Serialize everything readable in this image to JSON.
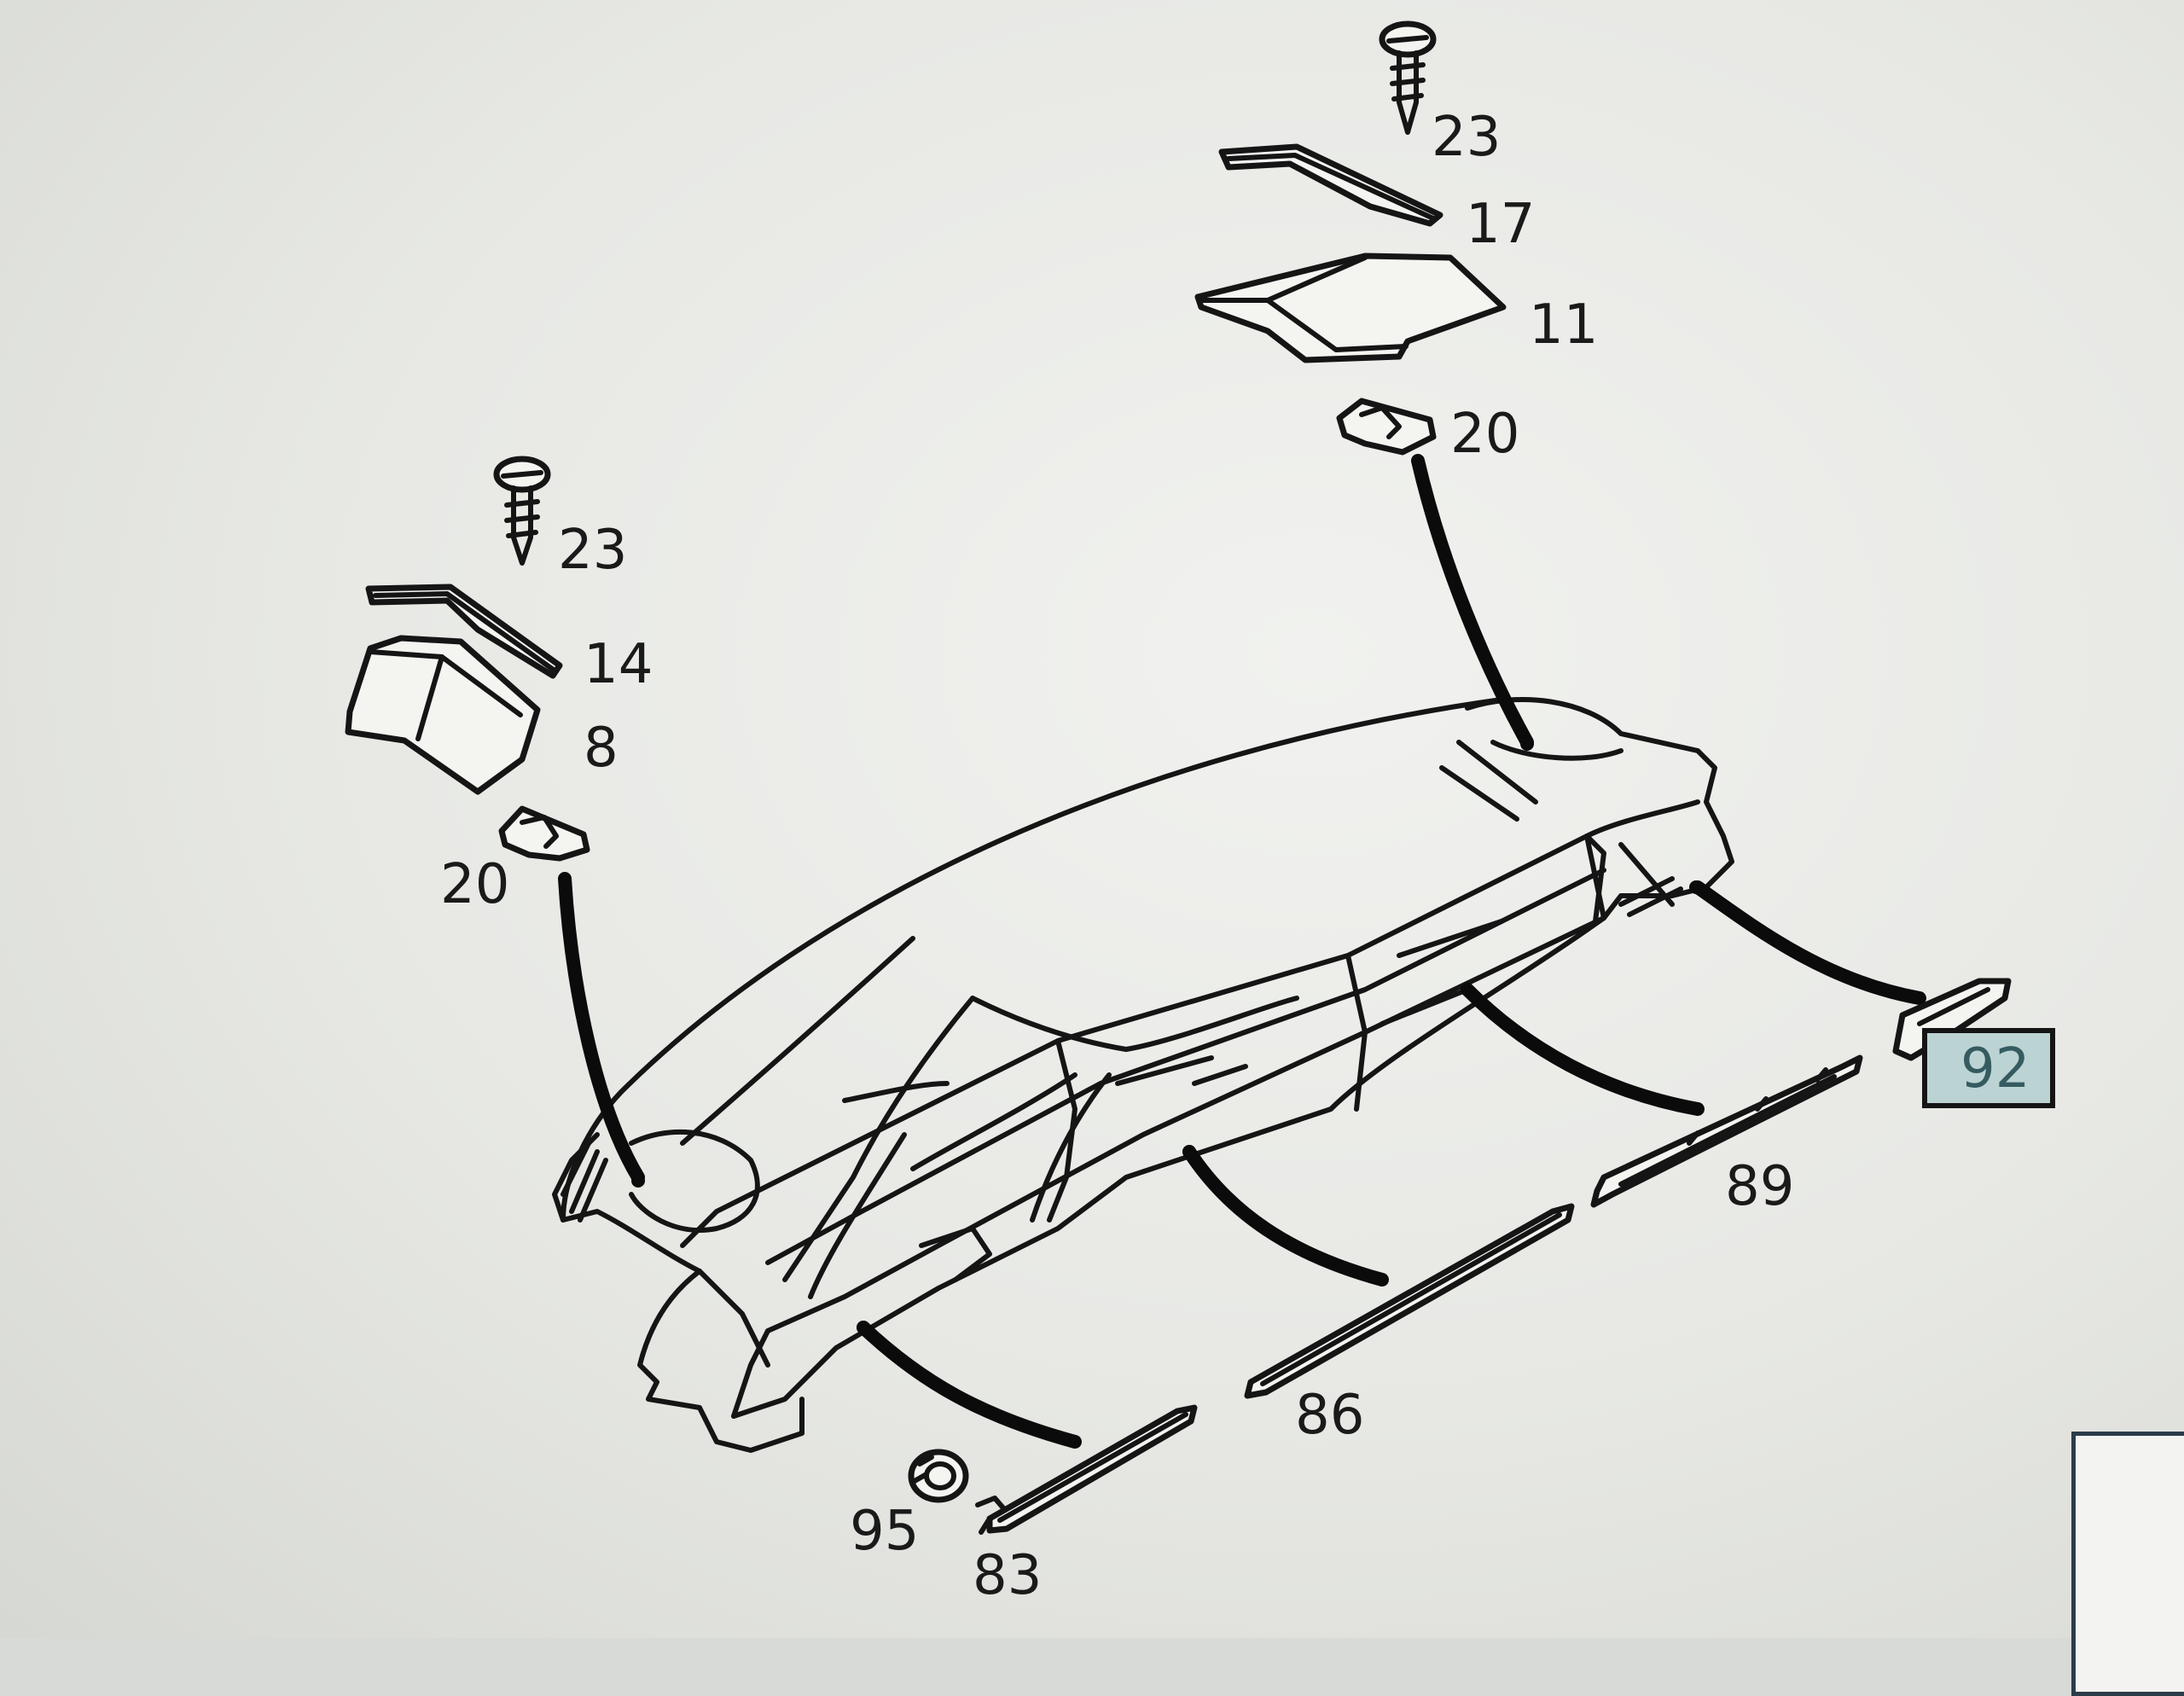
{
  "diagram": {
    "callouts": {
      "c23_top": "23",
      "c17": "17",
      "c11": "11",
      "c20_right": "20",
      "c23_left": "23",
      "c14": "14",
      "c8": "8",
      "c20_left": "20",
      "c92": "92",
      "c89": "89",
      "c86": "86",
      "c95": "95",
      "c83": "83"
    },
    "selected_part": "92",
    "colors": {
      "line": "#151515",
      "selected_fill": "#bcd3d3",
      "selected_text": "#355b60",
      "background": "#eceee9"
    }
  }
}
